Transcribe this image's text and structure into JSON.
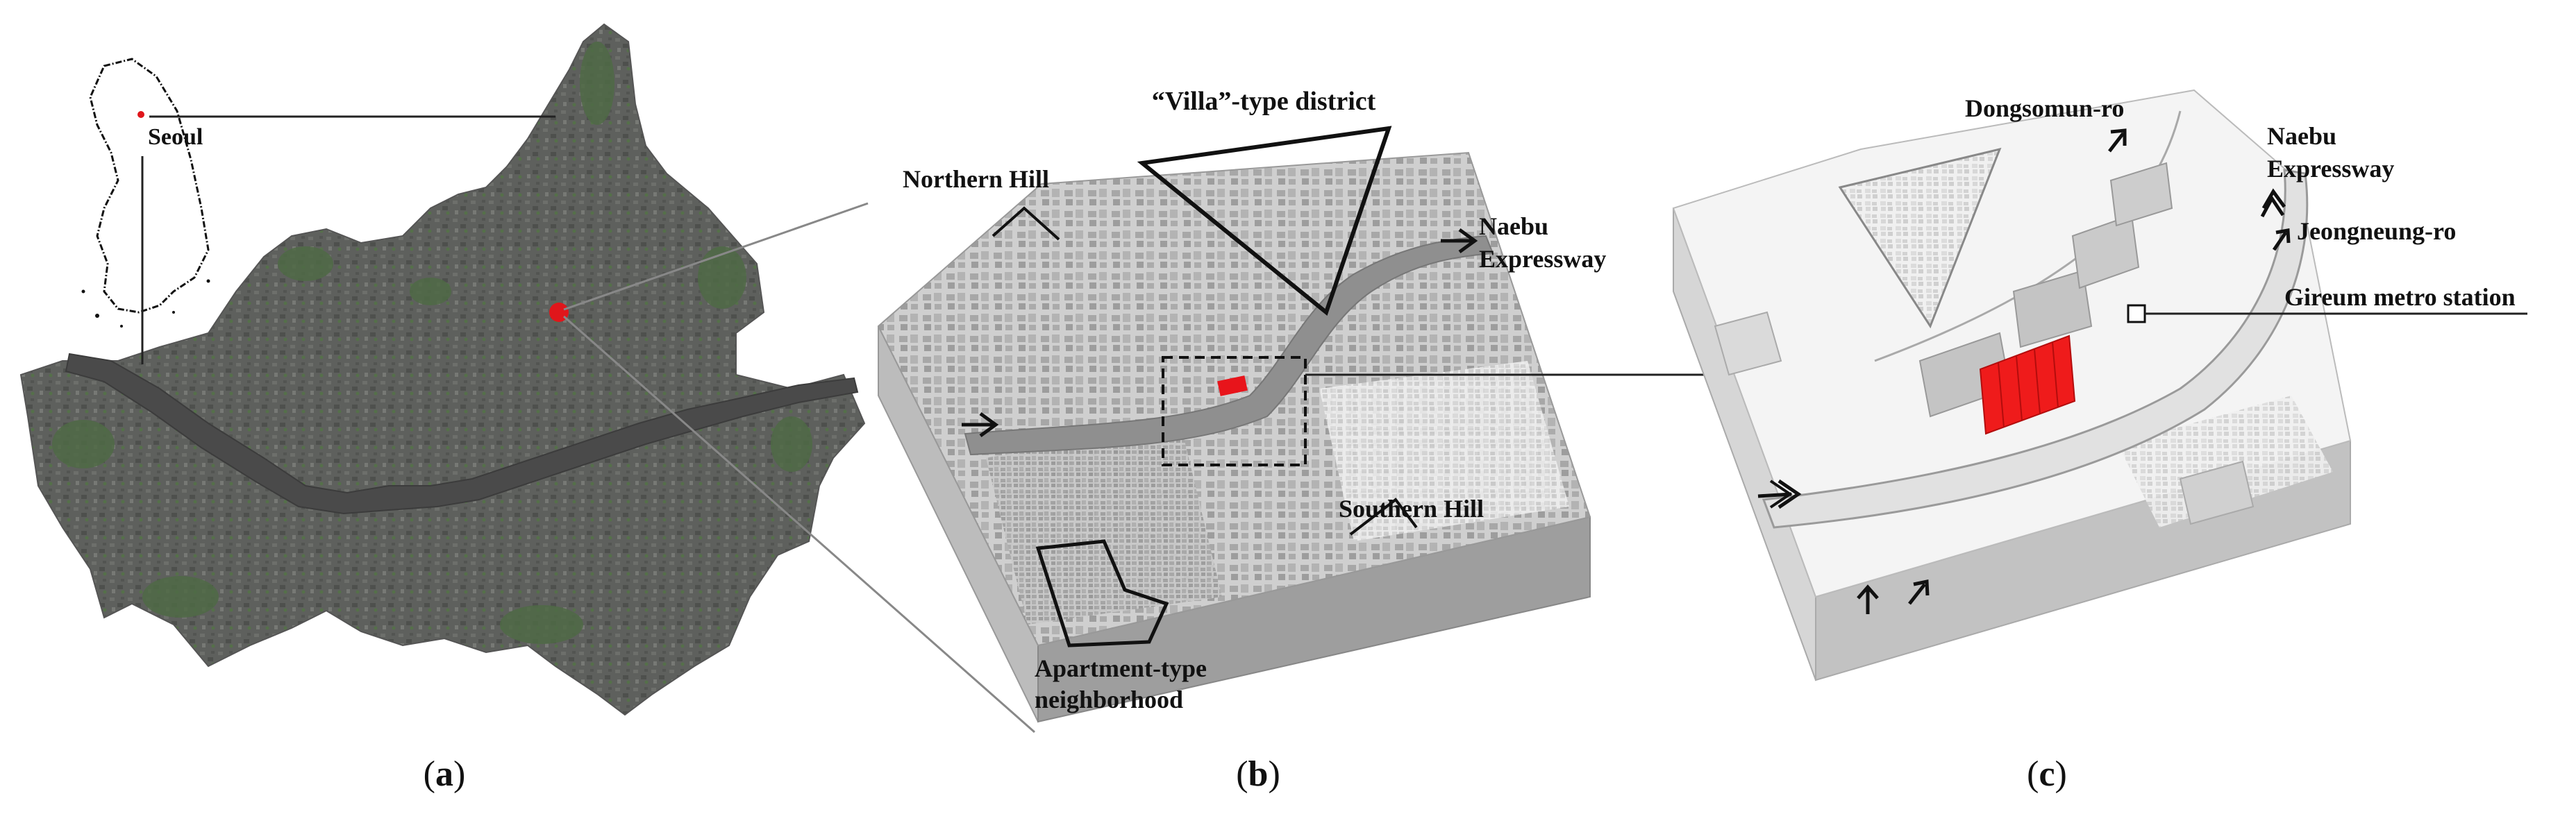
{
  "panels": {
    "a": {
      "caption_open": "(",
      "caption_letter": "a",
      "caption_close": ")",
      "inset_label": "Seoul",
      "colors": {
        "city": "#5d5f5c",
        "green": "#4f6a45",
        "river": "#4a4a4a",
        "marker": "#e0161b"
      }
    },
    "b": {
      "caption_open": "(",
      "caption_letter": "b",
      "caption_close": ")",
      "villa_label": "“Villa”-type district",
      "northern_hill": "Northern Hill",
      "naebu_line1": "Naebu",
      "naebu_line2": "Expressway",
      "southern_hill": "Southern Hill",
      "apartment_line1": "Apartment-type",
      "apartment_line2": "neighborhood",
      "colors": {
        "top": "#d9d9d9",
        "side": "#bdbdbd",
        "building": "#a9a9a9",
        "road": "#8f8f8f",
        "site": "#e8141b"
      }
    },
    "c": {
      "caption_open": "(",
      "caption_letter": "c",
      "caption_close": ")",
      "dongsomun": "Dongsomun-ro",
      "naebu_line1": "Naebu",
      "naebu_line2": "Expressway",
      "jeongneung": "Jeongneung-ro",
      "gireum": "Gireum metro station",
      "colors": {
        "top": "#f2f2f2",
        "side": "#d4d4d4",
        "building": "#c4c4c4",
        "site": "#ef1b1b"
      }
    }
  }
}
